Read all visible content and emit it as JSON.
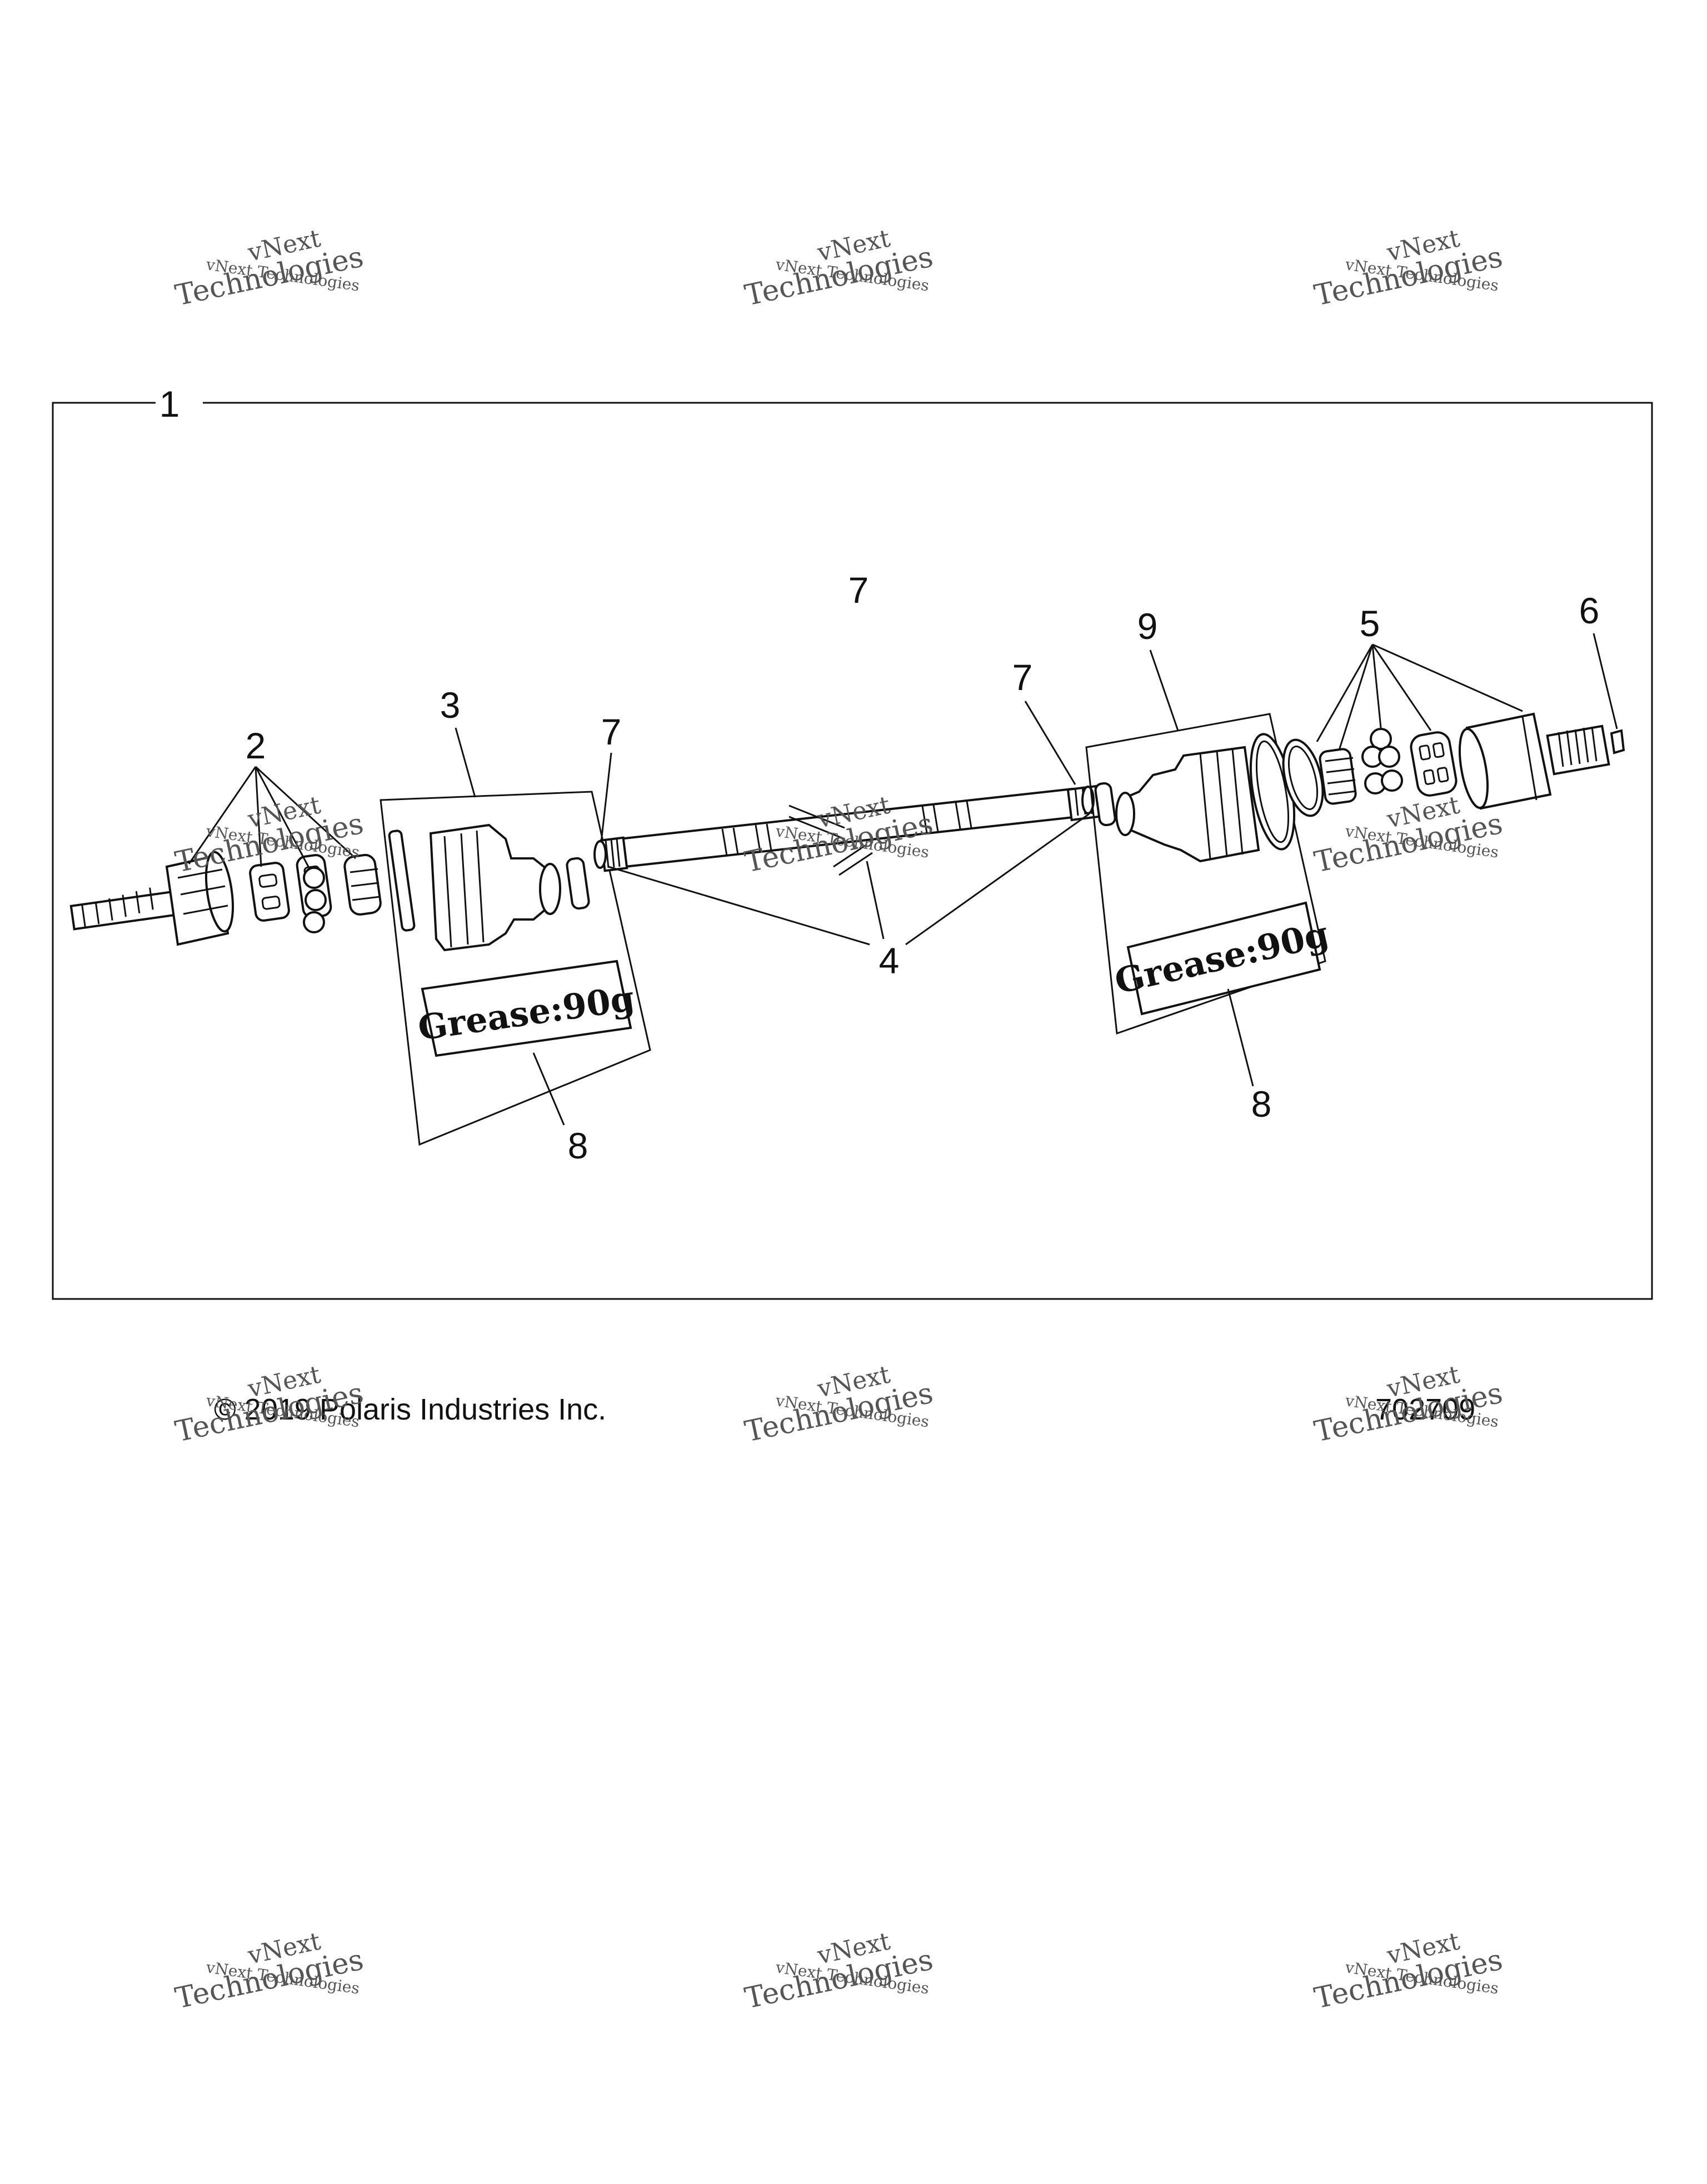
{
  "callouts": {
    "c1": "1",
    "c2": "2",
    "c3": "3",
    "c4": "4",
    "c5": "5",
    "c6": "6",
    "c7a": "7",
    "c7b": "7",
    "c7c": "7",
    "c8a": "8",
    "c8b": "8",
    "c9": "9"
  },
  "grease_labels": {
    "left": "Grease:90g",
    "right": "Grease:90g"
  },
  "footer": {
    "copyright": "© 2019  Polaris Industries Inc.",
    "part_number": "702709"
  },
  "watermark": {
    "line1": "vNext",
    "line2": "vNext Technologies",
    "line3": "Technologies"
  }
}
